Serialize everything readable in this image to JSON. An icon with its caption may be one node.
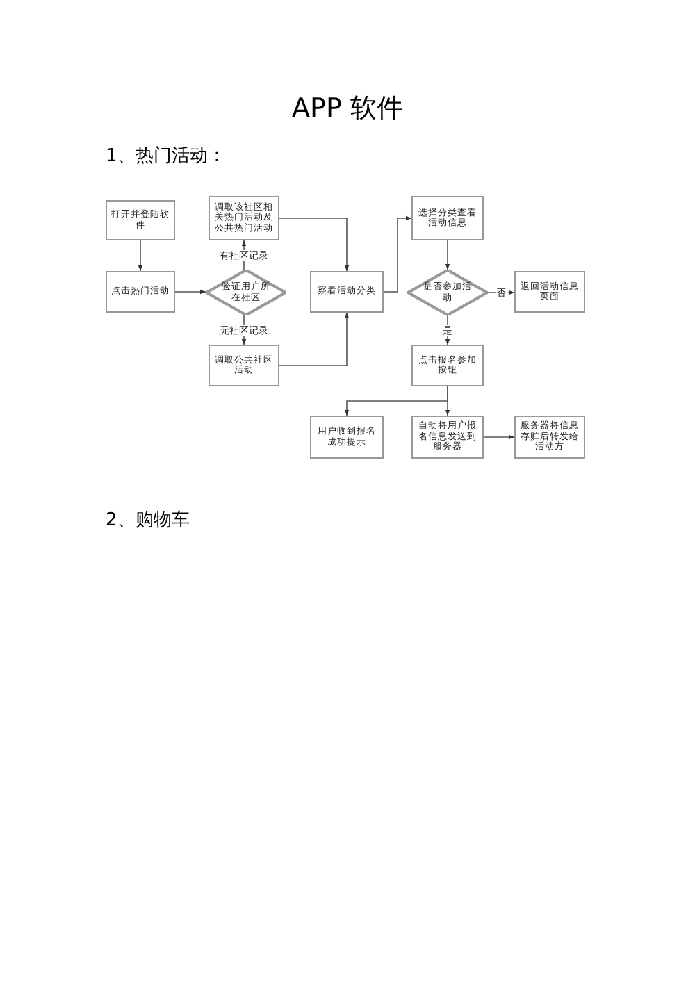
{
  "diagram": {
    "title": "APP 软件",
    "nodes": [
      {
        "text": [
          "打开并登陆软件"
        ]
      },
      {
        "text": [
          "点击热门活动"
        ]
      },
      {
        "text": [
          "调取该社区相关热门活动及公共热门活动"
        ]
      },
      {
        "text": [
          "验证用户所在社区"
        ]
      },
      {
        "text": [
          "调取公共社区活动"
        ]
      },
      {
        "text": [
          "察看活动分类"
        ]
      },
      {
        "text": [
          "选择分类查看活动信息"
        ]
      },
      {
        "text": [
          "是否参加活动"
        ]
      },
      {
        "text": [
          "返回活动信息页面"
        ]
      },
      {
        "text": [
          "点击报名参加按钮"
        ]
      },
      {
        "text": [
          "用户收到报名成功提示"
        ]
      },
      {
        "text": [
          "自动将用户报名信息发送到服务器"
        ]
      },
      {
        "text": [
          "服务器将信息存贮后转发给活动方"
        ]
      }
    ],
    "edges": [
      {
        "from": 0,
        "to": 1,
        "arrow": "to"
      },
      {
        "from": 1,
        "to": 3,
        "arrow": "to"
      },
      {
        "from": 3,
        "to": 2,
        "arrow": "to",
        "label": "有社区记录"
      },
      {
        "from": 3,
        "to": 4,
        "arrow": "to",
        "label": "无社区记录"
      },
      {
        "from": 2,
        "to": 5,
        "arrow": "to"
      },
      {
        "from": 4,
        "to": 5,
        "arrow": "to"
      },
      {
        "from": 5,
        "to": 6,
        "arrow": "to"
      },
      {
        "from": 6,
        "to": 7,
        "arrow": "to"
      },
      {
        "from": 7,
        "to": 8,
        "arrow": "to",
        "label": "否"
      },
      {
        "from": 7,
        "to": 9,
        "arrow": "to",
        "label": "是"
      },
      {
        "from": 9,
        "to": 10,
        "arrow": "to"
      },
      {
        "from": 9,
        "to": 11,
        "arrow": "to"
      },
      {
        "from": 11,
        "to": 12,
        "arrow": "to"
      }
    ],
    "labels": [
      "1、热门活动：",
      "2、购物车"
    ]
  }
}
